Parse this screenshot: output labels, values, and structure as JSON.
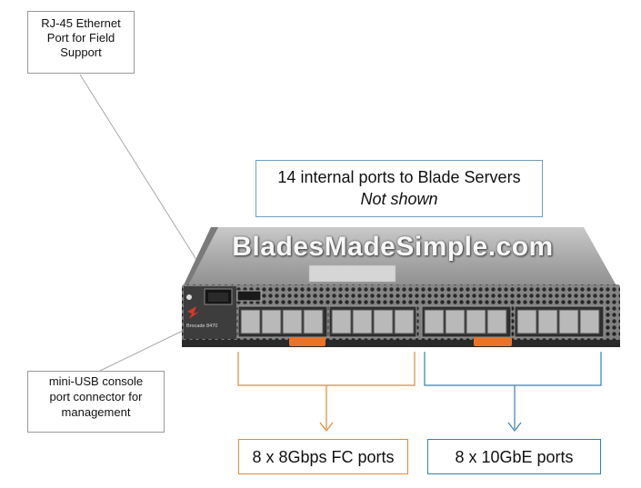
{
  "callouts": {
    "rj45": [
      "RJ-45 Ethernet",
      "Port for Field",
      "Support"
    ],
    "usb": [
      "mini-USB console",
      "port connector for",
      "management"
    ],
    "internal": {
      "line1": "14 internal ports to Blade Servers",
      "line2": "Not shown"
    },
    "fc": "8 x 8Gbps FC ports",
    "tengbe": "8 x 10GbE ports"
  },
  "watermark": "BladesMadeSimple.com",
  "device_label": "Brocade 8470",
  "colors": {
    "fc_bracket": "#e08a36",
    "tengbe_bracket": "#3a7faa",
    "latch": "#e8742a"
  }
}
